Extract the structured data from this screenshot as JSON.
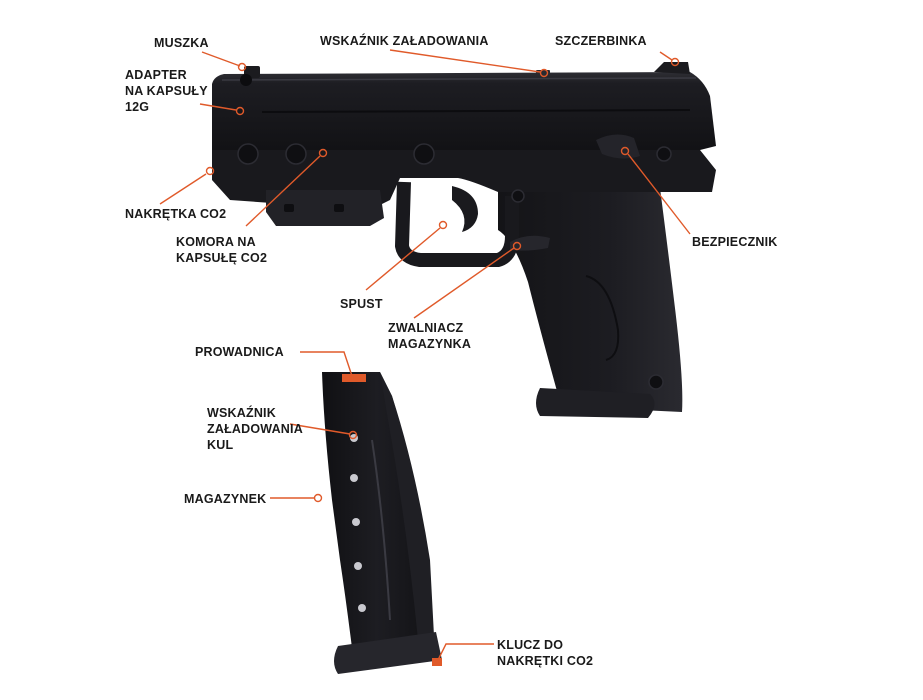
{
  "colors": {
    "leader": "#e05a2a",
    "body": "#17171b",
    "body_light": "#2b2b31",
    "background": "#ffffff",
    "text": "#1a1a1a"
  },
  "labels": {
    "muszka": "MUSZKA",
    "wskaznik_zaladowania": "WSKAŹNIK ZAŁADOWANIA",
    "szczerbinka": "SZCZERBINKA",
    "adapter": [
      "ADAPTER",
      "NA KAPSUŁY",
      "12G"
    ],
    "nakretka": "NAKRĘTKA CO2",
    "komora": [
      "KOMORA NA",
      "KAPSUŁĘ CO2"
    ],
    "bezpiecznik": "BEZPIECZNIK",
    "spust": "SPUST",
    "zwalniacz": [
      "ZWALNIACZ",
      "MAGAZYNKA"
    ],
    "prowadnica": "PROWADNICA",
    "wskaznik_kul": [
      "WSKAŹNIK",
      "ZAŁADOWANIA",
      "KUL"
    ],
    "magazynek": "MAGAZYNEK",
    "klucz": [
      "KLUCZ DO",
      "NAKRĘTKI CO2"
    ]
  }
}
